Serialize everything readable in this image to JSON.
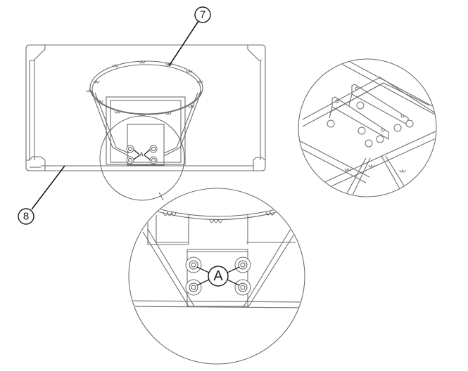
{
  "diagram": {
    "type": "assembly-instruction",
    "subject": "basketball backboard and rim mounting",
    "callouts": [
      {
        "id": "part-7",
        "label": "7",
        "target": "rim"
      },
      {
        "id": "part-8",
        "label": "8",
        "target": "backboard"
      }
    ],
    "fastener_label": "A",
    "detail_views": [
      {
        "name": "rim-bracket-bolt-detail",
        "shows": "4 bolts marked A on rim mounting plate"
      },
      {
        "name": "rear-bracket-detail",
        "shows": "rear view of backboard frame with mounting brackets and nuts"
      }
    ]
  },
  "colors": {
    "line": "#6e6e6e",
    "lead": "#1a1a1a",
    "background": "#ffffff"
  }
}
